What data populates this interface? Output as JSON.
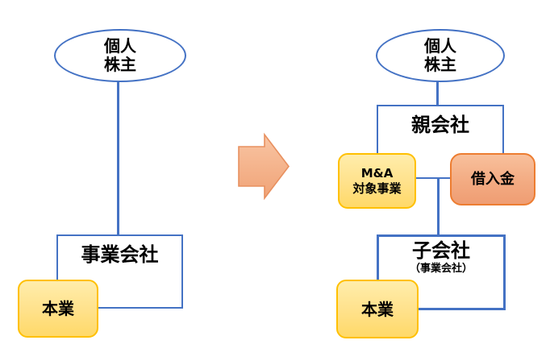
{
  "colors": {
    "connector_blue": "#4472C4",
    "yellow_fill": "#FFE699",
    "yellow_border": "#FFC000",
    "orange_fill": "#F4B183",
    "orange_border": "#ED7D31",
    "arrow_fill_top": "#F9C5A3",
    "arrow_fill_bottom": "#F0A377",
    "arrow_border": "#E8905F",
    "text": "#000000"
  },
  "before_diagram": {
    "shareholder": {
      "line1": "個人",
      "line2": "株主"
    },
    "operating_company": {
      "label": "事業会社"
    },
    "core_business": {
      "label": "本業"
    }
  },
  "arrow": {
    "direction": "right"
  },
  "after_diagram": {
    "shareholder": {
      "line1": "個人",
      "line2": "株主"
    },
    "parent_company": {
      "label": "親会社"
    },
    "ma_target_business": {
      "line1": "M&A",
      "line2": "対象事業"
    },
    "loan": {
      "label": "借入金"
    },
    "subsidiary": {
      "label": "子会社",
      "sublabel": "（事業会社）"
    },
    "core_business": {
      "label": "本業"
    }
  }
}
